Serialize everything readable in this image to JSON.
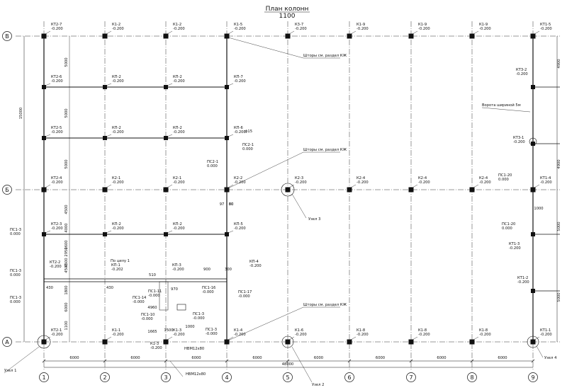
{
  "title": "План колонн",
  "subtitle": "1100",
  "axes": {
    "letters": [
      "В",
      "Б",
      "А"
    ],
    "numbers": [
      "1",
      "2",
      "3",
      "4",
      "5",
      "6",
      "7",
      "8",
      "9"
    ]
  },
  "dimensions": {
    "bottom_spans": [
      "6000",
      "6000",
      "6000",
      "6000",
      "6000",
      "6000",
      "6000",
      "6000"
    ],
    "bottom_total": "48000",
    "left_total": "15000",
    "left_segments": [
      "5000",
      "5000",
      "5000",
      "4500",
      "4000",
      "1600",
      "2950",
      "4500",
      "4500",
      "1800",
      "6000",
      "1100"
    ],
    "right_segments": [
      "4900",
      "4900",
      "5000",
      "5000"
    ],
    "misc": [
      "97",
      "80",
      "900",
      "300",
      "430",
      "430",
      "4960",
      "1500",
      "1000",
      "1665",
      "510",
      "970",
      "1000",
      "80"
    ]
  },
  "labels": {
    "row_v": [
      {
        "id": "КТ2-7",
        "val": "-0.200"
      },
      {
        "id": "К1-2",
        "val": "-0.200"
      },
      {
        "id": "К1-2",
        "val": "-0.200"
      },
      {
        "id": "К1-5",
        "val": "-0.200"
      },
      {
        "id": "К3-7",
        "val": "-0.200"
      },
      {
        "id": "К1-9",
        "val": "-0.200"
      },
      {
        "id": "К1-9",
        "val": "-0.200"
      },
      {
        "id": "К1-9",
        "val": "-0.200"
      },
      {
        "id": "КТ1-5",
        "val": "-0.200"
      }
    ],
    "row_b": [
      {
        "id": "КТ2-4",
        "val": "-0.200"
      },
      {
        "id": "К2-1",
        "val": "-0.200"
      },
      {
        "id": "К2-1",
        "val": "-0.200"
      },
      {
        "id": "К2-2",
        "val": "-0.200"
      },
      {
        "id": "К2-3",
        "val": "-0.200"
      },
      {
        "id": "К2-4",
        "val": "-0.200"
      },
      {
        "id": "К2-4",
        "val": "-0.200"
      },
      {
        "id": "К2-4",
        "val": "-0.200"
      },
      {
        "id": "КТ1-4",
        "val": "-0.200"
      }
    ],
    "row_a": [
      {
        "id": "КТ2-1",
        "val": "-0.200"
      },
      {
        "id": "К1-1",
        "val": "-0.200"
      },
      {
        "id": "К1-3",
        "val": "-0.200"
      },
      {
        "id": "К1-4",
        "val": "-0.200"
      },
      {
        "id": "К1-6",
        "val": "-0.200"
      },
      {
        "id": "К1-8",
        "val": "-0.200"
      },
      {
        "id": "К1-8",
        "val": "-0.200"
      },
      {
        "id": "К1-8",
        "val": "-0.200"
      },
      {
        "id": "КТ1-1",
        "val": "-0.200"
      }
    ],
    "mid_v1": [
      {
        "id": "КТ2-6",
        "val": "-0.200"
      },
      {
        "id": "КП-2",
        "val": "-0.200"
      },
      {
        "id": "КП-2",
        "val": "-0.200"
      },
      {
        "id": "КП-7",
        "val": "-0.200"
      }
    ],
    "mid_v2": [
      {
        "id": "КТ2-5",
        "val": "-0.200"
      },
      {
        "id": "КП-2",
        "val": "-0.200"
      },
      {
        "id": "КП-2",
        "val": "-0.200"
      },
      {
        "id": "КП-6",
        "val": "-0.200"
      }
    ],
    "mid_b1": [
      {
        "id": "КТ2-3",
        "val": "-0.200"
      },
      {
        "id": "КП-2",
        "val": "-0.200"
      },
      {
        "id": "КП-2",
        "val": "-0.200"
      },
      {
        "id": "КП-5",
        "val": "-0.200"
      }
    ],
    "misc": [
      {
        "id": "КП-1",
        "val": "-0.202"
      },
      {
        "id": "КП-3",
        "val": "-0.200"
      },
      {
        "id": "КП-4",
        "val": "-0.200"
      },
      {
        "id": "КТ2-2",
        "val": "-0.200"
      },
      {
        "id": "КТ3-2",
        "val": "-0.200"
      },
      {
        "id": "КТ3-1",
        "val": "-0.200"
      },
      {
        "id": "КТ1-3",
        "val": "-0.200"
      },
      {
        "id": "КТ1-2",
        "val": "-0.200"
      },
      {
        "id": "ПС2-1",
        "val": "0.000"
      },
      {
        "id": "ПС2-1",
        "val": "0.000"
      },
      {
        "id": "ПС1-3",
        "val": "0.000"
      },
      {
        "id": "ПС1-3",
        "val": "0.000"
      },
      {
        "id": "ПС1-3",
        "val": "0.000"
      },
      {
        "id": "ПС1-20",
        "val": "0.000"
      },
      {
        "id": "ПС1-20",
        "val": "0.000"
      },
      {
        "id": "ПС1-16",
        "val": "-0.000"
      },
      {
        "id": "ПС1-17",
        "val": "-0.000"
      },
      {
        "id": "ПС1-11",
        "val": "-0.000"
      },
      {
        "id": "ПС1-14",
        "val": "-0.000"
      },
      {
        "id": "ПС1-10",
        "val": "-0.000"
      },
      {
        "id": "ПС1-3",
        "val": "-0.000"
      },
      {
        "id": "ПС1-3",
        "val": "-0.000"
      },
      {
        "id": "К1-3",
        "val": "-0.200"
      }
    ],
    "phi": "ф15",
    "pilaster_note": "По цилу 1",
    "shtory_1": "Шторы см. раздел КЖ",
    "shtory_2": "Шторы см. раздел КЖ",
    "shtory_3": "Шторы см. раздел КЖ",
    "gate": "Ворота шириной 5м",
    "node_1": "Узел 1",
    "node_2": "Узел 2",
    "node_3": "Узел 3",
    "node_4": "Узел 4",
    "hbm_1": "НВМ12х80",
    "hbm_2": "НВМ12х80"
  }
}
